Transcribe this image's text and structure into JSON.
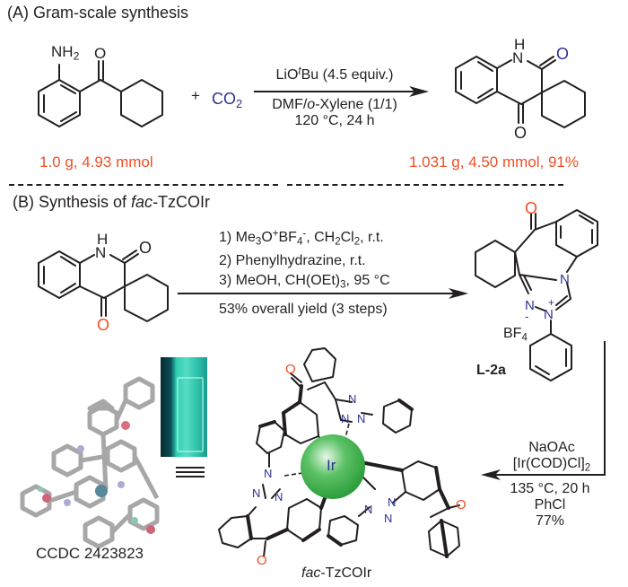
{
  "section_a": {
    "title": "(A) Gram-scale synthesis",
    "reactant_amount": "1.0 g, 4.93 mmol",
    "reagent_plus": "+",
    "co2_label": "CO",
    "co2_sub": "2",
    "conditions_above_1": "LiO",
    "conditions_above_sup": "t",
    "conditions_above_2": "Bu (4.5 equiv.)",
    "conditions_below_1a": "DMF/",
    "conditions_below_1b": "o",
    "conditions_below_1c": "-Xylene (1/1)",
    "conditions_below_2": "120 °C, 24 h",
    "product_amount": "1.031 g, 4.50 mmol, 91%",
    "atoms": {
      "nh2": "NH",
      "nh2_sub": "2",
      "o": "O",
      "n": "N",
      "h": "H"
    }
  },
  "section_b": {
    "title_1": "(B) Synthesis of ",
    "title_italic": "fac",
    "title_2": "-TzCOIr",
    "step1_a": "1) Me",
    "step1_sub3": "3",
    "step1_b": "O",
    "step1_sup_plus": "+",
    "step1_c": "BF",
    "step1_sub4": "4",
    "step1_sup_minus": "-",
    "step1_d": ", CH",
    "step1_sub2a": "2",
    "step1_e": "Cl",
    "step1_sub2b": "2",
    "step1_f": ", r.t.",
    "step2": "2) Phenylhydrazine, r.t.",
    "step3_a": "3) MeOH, CH(OEt)",
    "step3_sub": "3",
    "step3_b": ", 95 °C",
    "overall_yield": "53% overall yield (3 steps)",
    "ligand_label": "L-2a",
    "counterion": "BF",
    "counterion_sub": "4",
    "counterion_charge": "-",
    "plus_charge": "+",
    "final_conditions": {
      "line1": "NaOAc",
      "line2_a": "[Ir(COD)Cl]",
      "line2_sub": "2",
      "line3": "135 °C, 20 h",
      "line4": "PhCl",
      "line5": "77%"
    },
    "crystal_label": "CCDC 2423823",
    "complex_label_italic": "fac",
    "complex_label_rest": "-TzCOIr",
    "metal_label": "Ir"
  },
  "colors": {
    "highlight_red": "#f04e23",
    "highlight_blue": "#2e3192",
    "iridium_green": "#3cb54a",
    "vial_teal": "#2ec4a8",
    "text": "#231f20"
  }
}
